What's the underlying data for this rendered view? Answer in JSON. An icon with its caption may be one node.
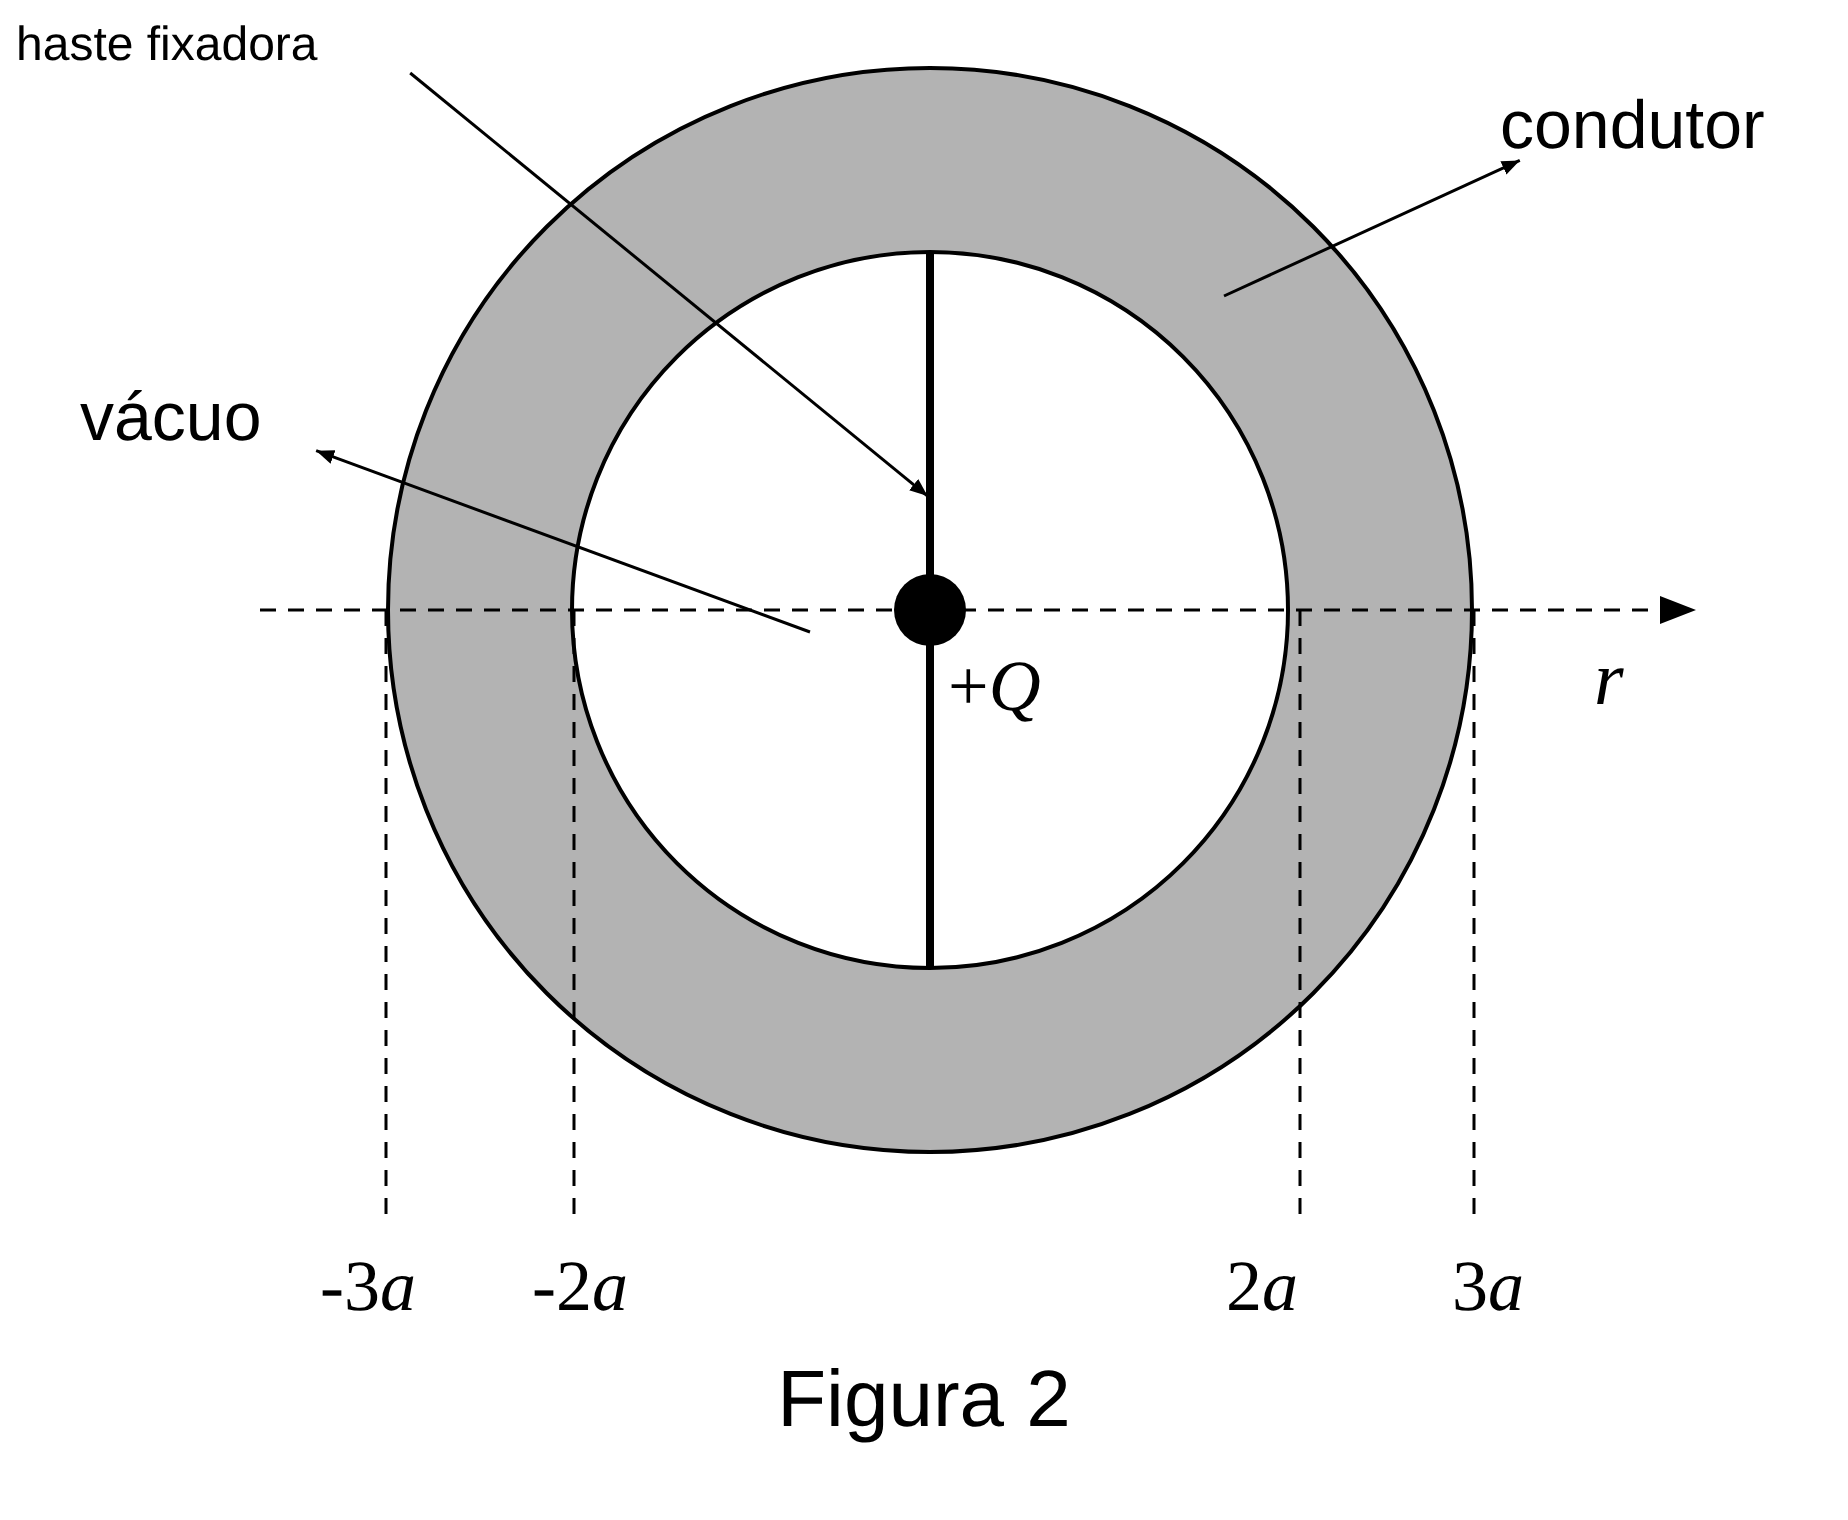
{
  "diagram": {
    "caption": "Figura 2",
    "nodes": [
      {
        "text": [
          "haste fixadora"
        ]
      },
      {
        "text": [
          "condutor"
        ]
      },
      {
        "text": [
          "vácuo"
        ]
      },
      {
        "text": [],
        "shape": "circle"
      },
      {
        "text": [],
        "shape": "circle",
        "in": 3
      },
      {
        "text": [],
        "shape": "bar",
        "in": 4
      }
    ],
    "edges": [
      {
        "from": 0,
        "to": 5,
        "arrow": "to"
      },
      {
        "from": null,
        "to": 1,
        "arrow": "to"
      },
      {
        "from": null,
        "to": 2,
        "arrow": "to"
      }
    ],
    "labels": [
      "+*Q*",
      "r",
      "-3a",
      "-2a",
      "2a",
      "3a"
    ]
  }
}
